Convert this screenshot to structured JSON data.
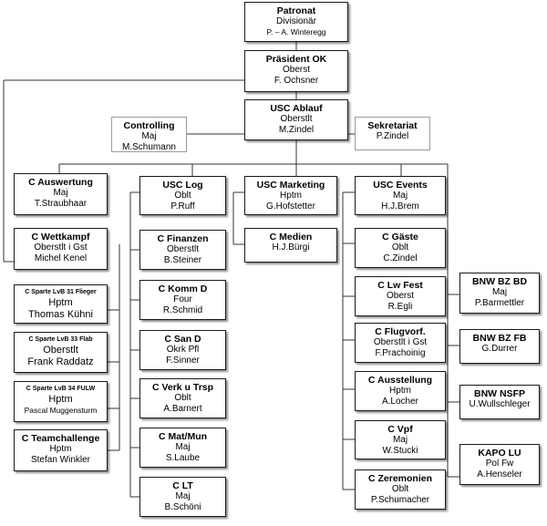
{
  "units": [
    {
      "id": "patronat",
      "title": "Patronat",
      "lines": [
        "Divisionär",
        "P. – A. Winteregg"
      ]
    },
    {
      "id": "praesident",
      "title": "Präsident OK",
      "lines": [
        "Oberst",
        "F. Ochsner"
      ]
    },
    {
      "id": "usc-ablauf",
      "title": "USC Ablauf",
      "lines": [
        "Oberstlt",
        "M.Zindel"
      ]
    },
    {
      "id": "controlling",
      "title": "Controlling",
      "lines": [
        "Maj",
        "M.Schumann"
      ]
    },
    {
      "id": "sekretariat",
      "title": "Sekretariat",
      "lines": [
        "P.Zindel"
      ]
    },
    {
      "id": "c-auswertung",
      "title": "C Auswertung",
      "lines": [
        "Maj",
        "T.Straubhaar"
      ]
    },
    {
      "id": "c-wettkampf",
      "title": "C Wettkampf",
      "lines": [
        "Oberstlt i Gst",
        "Michel Kenel"
      ]
    },
    {
      "id": "c-sparte-31",
      "title": "C Sparte LvB 31 Flieger",
      "lines": [
        "Hptm",
        "Thomas Kühni"
      ]
    },
    {
      "id": "c-sparte-33",
      "title": "C Sparte LvB 33 Flab",
      "lines": [
        "Oberstlt",
        "Frank Raddatz"
      ]
    },
    {
      "id": "c-sparte-34",
      "title": "C Sparte LvB 34 FULW",
      "lines": [
        "Hptm",
        "Pascal Muggensturm"
      ]
    },
    {
      "id": "c-teamchallenge",
      "title": "C Teamchallenge",
      "lines": [
        "Hptm",
        "Stefan Winkler"
      ]
    },
    {
      "id": "usc-log",
      "title": "USC Log",
      "lines": [
        "Oblt",
        "P.Ruff"
      ]
    },
    {
      "id": "c-finanzen",
      "title": "C Finanzen",
      "lines": [
        "Oberstlt",
        "B.Steiner"
      ]
    },
    {
      "id": "c-komm-d",
      "title": "C Komm D",
      "lines": [
        "Four",
        "R.Schmid"
      ]
    },
    {
      "id": "c-san-d",
      "title": "C San D",
      "lines": [
        "Okrk Pfl",
        "F.Sinner"
      ]
    },
    {
      "id": "c-verk-u-trsp",
      "title": "C Verk u Trsp",
      "lines": [
        "Oblt",
        "A.Barnert"
      ]
    },
    {
      "id": "c-mat-mun",
      "title": "C Mat/Mun",
      "lines": [
        "Maj",
        "S.Laube"
      ]
    },
    {
      "id": "c-lt",
      "title": "C LT",
      "lines": [
        "Maj",
        "B.Schöni"
      ]
    },
    {
      "id": "usc-marketing",
      "title": "USC Marketing",
      "lines": [
        "Hptm",
        "G.Hofstetter"
      ]
    },
    {
      "id": "c-medien",
      "title": "C Medien",
      "lines": [
        "H.J.Bürgi"
      ]
    },
    {
      "id": "usc-events",
      "title": "USC Events",
      "lines": [
        "Maj",
        "H.J.Brem"
      ]
    },
    {
      "id": "c-gaeste",
      "title": "C Gäste",
      "lines": [
        "Oblt",
        "C.Zindel"
      ]
    },
    {
      "id": "c-lw-fest",
      "title": "C Lw Fest",
      "lines": [
        "Oberst",
        "R.Egli"
      ]
    },
    {
      "id": "c-flugvorf",
      "title": "C Flugvorf.",
      "lines": [
        "Oberstlt i Gst",
        "F.Prachoinig"
      ]
    },
    {
      "id": "c-ausstellung",
      "title": "C Ausstellung",
      "lines": [
        "Hptm",
        "A.Locher"
      ]
    },
    {
      "id": "c-vpf",
      "title": "C Vpf",
      "lines": [
        "Maj",
        "W.Stucki"
      ]
    },
    {
      "id": "c-zeremonien",
      "title": "C Zeremonien",
      "lines": [
        "Oblt",
        "P.Schumacher"
      ]
    },
    {
      "id": "bnw-bz-bd",
      "title": "BNW BZ BD",
      "lines": [
        "Maj",
        "P.Barmettler"
      ]
    },
    {
      "id": "bnw-bz-fb",
      "title": "BNW BZ FB",
      "lines": [
        "G.Durrer"
      ]
    },
    {
      "id": "bnw-nsfp",
      "title": "BNW NSFP",
      "lines": [
        "U.Wullschleger"
      ]
    },
    {
      "id": "kapo-lu",
      "title": "KAPO LU",
      "lines": [
        "Pol Fw",
        "A.Henseler"
      ]
    }
  ]
}
